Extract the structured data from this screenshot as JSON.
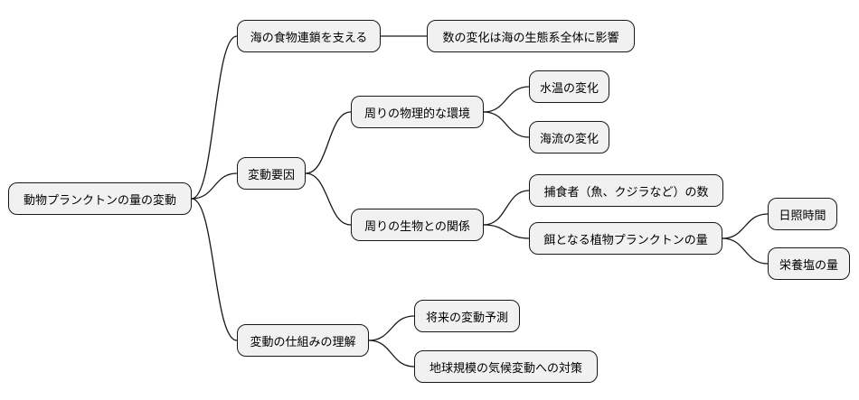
{
  "mindmap": {
    "root": "動物プランクトンの量の変動",
    "branch1": {
      "label": "海の食物連鎖を支える",
      "child": "数の変化は海の生態系全体に影響"
    },
    "branch2": {
      "label": "変動要因",
      "physical": {
        "label": "周りの物理的な環境",
        "children": [
          "水温の変化",
          "海流の変化"
        ]
      },
      "biological": {
        "label": "周りの生物との関係",
        "predators": "捕食者（魚、クジラなど）の数",
        "food": {
          "label": "餌となる植物プランクトンの量",
          "children": [
            "日照時間",
            "栄養塩の量"
          ]
        }
      }
    },
    "branch3": {
      "label": "変動の仕組みの理解",
      "children": [
        "将来の変動予測",
        "地球規模の気候変動への対策"
      ]
    }
  }
}
